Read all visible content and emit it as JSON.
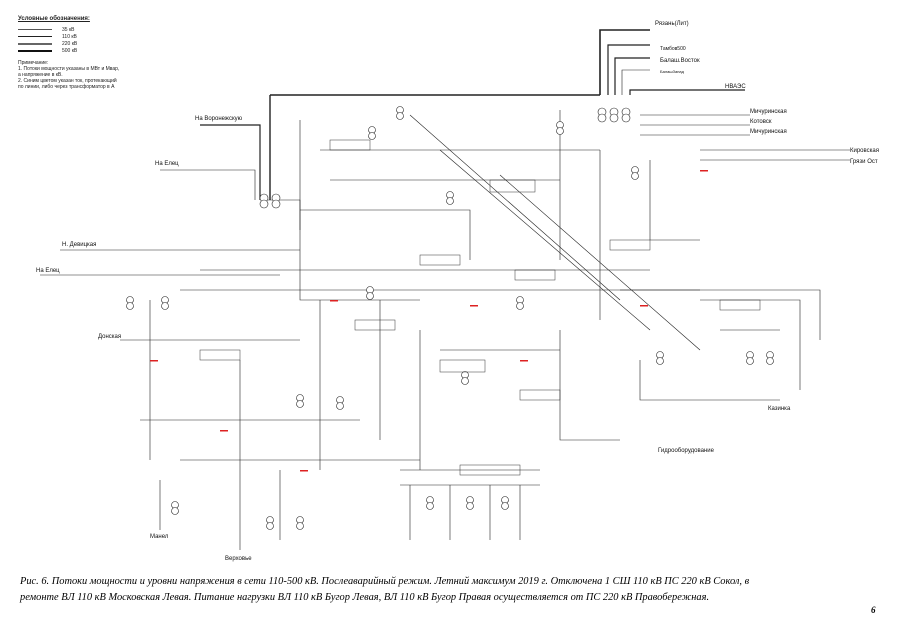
{
  "legend": {
    "title": "Условные обозначения:",
    "items": [
      {
        "label": "35 кВ"
      },
      {
        "label": "110 кВ"
      },
      {
        "label": "220 кВ"
      },
      {
        "label": "500 кВ"
      }
    ],
    "note_title": "Примечание:",
    "notes": [
      "1. Потоки мощности указаны в МВт и Мвар,",
      "   а напряжение в кВ.",
      "2. Синим цветом указан ток, протекающий",
      "   по линии, либо через трансформатор в А"
    ]
  },
  "directions": {
    "ryazan": "Рязань(Лит)",
    "tambov": "Тамбов500",
    "balash": "Балаш.Восток",
    "balash_small": "БалашЗапад",
    "nvaes": "НВАЭС",
    "michurinsk": "Мичуринская",
    "kotovsk": "Котовск",
    "michurinsk2": "Мичуринская",
    "kirovskaya": "Кировская",
    "gryazi": "Грязи Ост",
    "voronezh": "На Воронежскую",
    "elets1": "На Елец",
    "n_devitsa": "Н. Девицкая",
    "elets2": "На Елец",
    "donskaya": "Донская",
    "kaziinka": "Казинка",
    "gidro": "Гидрооборудование",
    "verkhovye": "Верховье",
    "manel": "Манел"
  },
  "caption": {
    "line1": "Рис. 6. Потоки мощности и уровни напряжения в сети 110-500 кВ. Послеаварийный режим. Летний максимум 2019 г. Отключена 1 СШ 110 кВ ПС 220 кВ Сокол, в",
    "line2": "ремонте ВЛ 110 кВ Московская Левая. Питание нагрузки ВЛ 110 кВ Бугор Левая, ВЛ 110 кВ Бугор Правая осуществляется от ПС 220 кВ Правобережная."
  },
  "page_number": "6",
  "colors": {
    "line_35": "#444444",
    "line_110": "#222222",
    "line_220": "#666666",
    "line_500": "#111111",
    "value_red": "#dd2222"
  }
}
